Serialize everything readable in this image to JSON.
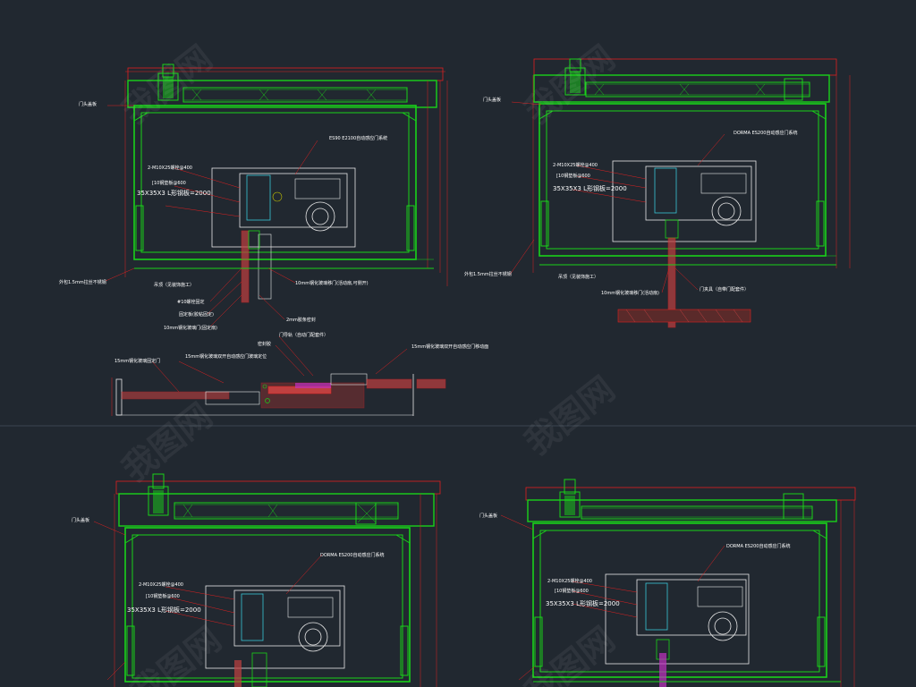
{
  "panels": [
    {
      "id": "top-left",
      "labels": {
        "door_pocket": "门头盖板",
        "operator": "ES90 E2100自动感应门系统",
        "bracket": "2-M10X25螺栓@400",
        "plate": "[10钢垫板@600",
        "channel": "35X35X3 L形钢板=2000",
        "cladding": "外包1.5mm拉丝不锈钢",
        "finish": "吊顶（见装饰施工）",
        "glass": "10mm钢化玻璃移门(活动扇,可侧开)",
        "fix1": "#10螺栓固定",
        "fix2": "固定板(胶粘固定)",
        "fix3": "10mm钢化玻璃门(固定扇)",
        "seal": "2mm胶条密封"
      }
    },
    {
      "id": "top-right",
      "labels": {
        "door_pocket": "门头盖板",
        "operator": "DORMA ES200自动感应门系统",
        "bracket": "2-M10X25螺栓@400",
        "plate": "[10钢垫板@600",
        "channel": "35X35X3 L形钢板=2000",
        "cladding": "外包1.5mm拉丝不锈钢",
        "finish": "吊顶（见装饰施工）",
        "glass": "10mm钢化玻璃移门(活动扇)",
        "clamp": "门夹具（自带门配套件）"
      }
    },
    {
      "id": "plan",
      "labels": {
        "a": "门导轨（自动门配套件）",
        "b": "密封胶",
        "c": "15mm钢化玻璃固定门",
        "d": "15mm钢化玻璃双开自动感应门玻璃定位",
        "e": "15mm钢化玻璃双开自动感应门移动面"
      }
    },
    {
      "id": "bottom-left",
      "labels": {
        "door_pocket": "门头盖板",
        "operator": "DORMA ES200自动感应门系统",
        "bracket": "2-M10X25螺栓@400",
        "plate": "[10钢垫板@600",
        "channel": "35X35X3 L形钢板=2000"
      }
    },
    {
      "id": "bottom-right",
      "labels": {
        "door_pocket": "门头盖板",
        "operator": "DORMA ES200自动感应门系统",
        "bracket": "2-M10X25螺栓@400",
        "plate": "[10钢垫板@600",
        "channel": "35X35X3 L形钢板=2000"
      }
    }
  ],
  "watermark": "我图网",
  "colors": {
    "background": "#212830",
    "green": "#19d219",
    "red": "#e02020",
    "white": "#e8e8e8",
    "cyan": "#39c6d8",
    "hatch": "#c04040",
    "magenta": "#c030c0",
    "yellow": "#c8c800"
  }
}
